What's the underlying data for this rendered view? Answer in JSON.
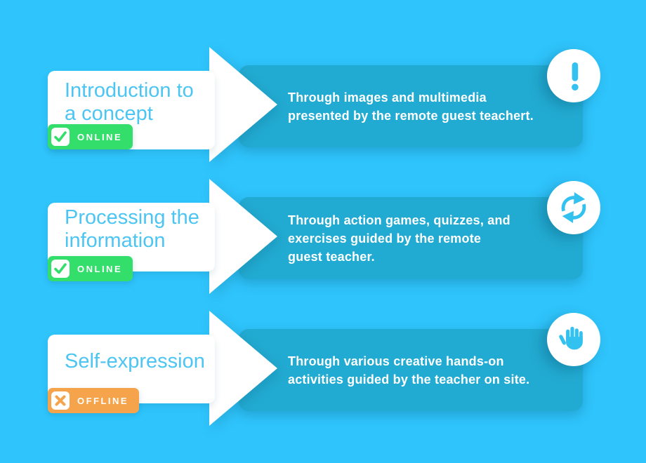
{
  "palette": {
    "background": "#2FC4FB",
    "panel_teal": "#22ABD2",
    "title_blue": "#4CC5F3",
    "online_green": "#33DE6B",
    "offline_orange": "#F6A44C",
    "icon_blue": "#33C1F0",
    "white": "#FFFFFF"
  },
  "rows": [
    {
      "title_lines": [
        "Introduction to",
        "a concept"
      ],
      "status": {
        "label": "ONLINE",
        "state": "online",
        "icon": "check-icon"
      },
      "desc_lines": [
        "Through images and multimedia",
        "presented by the remote guest teachert."
      ],
      "marker_icon": "exclamation-icon"
    },
    {
      "title_lines": [
        "Processing the",
        "information"
      ],
      "status": {
        "label": "ONLINE",
        "state": "online",
        "icon": "check-icon"
      },
      "desc_lines": [
        "Through action games, quizzes, and",
        "exercises guided by the remote",
        "guest teacher."
      ],
      "marker_icon": "refresh-icon"
    },
    {
      "title_lines": [
        "Self-expression"
      ],
      "status": {
        "label": "OFFLINE",
        "state": "offline",
        "icon": "x-icon"
      },
      "desc_lines": [
        "Through various creative hands-on",
        "activities guided by the teacher on site."
      ],
      "marker_icon": "hand-icon"
    }
  ]
}
